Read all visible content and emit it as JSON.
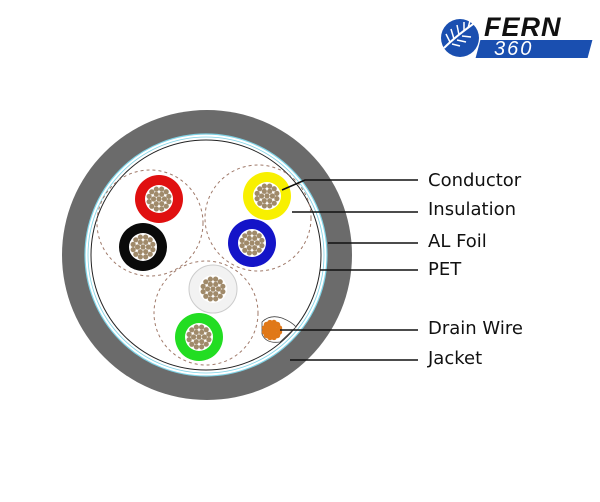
{
  "logo": {
    "brand": "FERN",
    "number": "360"
  },
  "labels": {
    "conductor": "Conductor",
    "insulation": "Insulation",
    "al_foil": "AL Foil",
    "pet": "PET",
    "drain_wire": "Drain Wire",
    "jacket": "Jacket"
  },
  "colors": {
    "jacket": "#6b6b6b",
    "foil": "#7fd3e6",
    "strand": "#a08a6a",
    "drain": "#e07818",
    "pairs": [
      [
        "#e01010",
        "#0a0a0a"
      ],
      [
        "#f8f000",
        "#1414c8"
      ],
      [
        "#f2f2f2",
        "#22dd22"
      ]
    ]
  }
}
